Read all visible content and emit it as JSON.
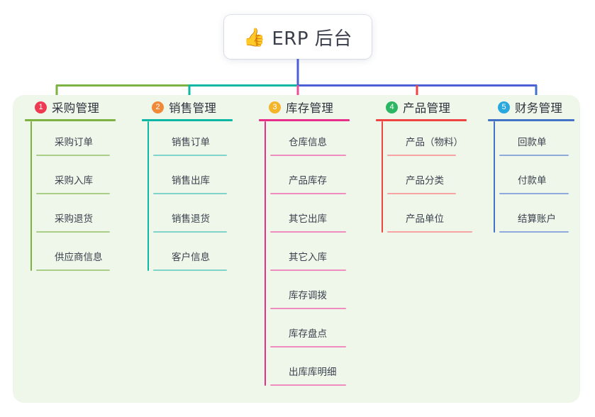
{
  "root": {
    "icon": "thumbs-up-icon",
    "emoji": "👍",
    "title": "ERP 后台"
  },
  "colors": {
    "panel_bg": "#eef7e9",
    "root_vertical_line": "#4c5fd7",
    "bus_left": "#7cb342",
    "bus_mid": "#0cb8a4",
    "bus_right": "#4c5fd7"
  },
  "columns": [
    {
      "number": "1",
      "badge_color": "#ef3b52",
      "title": "采购管理",
      "rule_color": "#7cb342",
      "item_color": "#a9ce86",
      "drop_color": "#7cb342",
      "items": [
        {
          "label": "采购订单"
        },
        {
          "label": "采购入库"
        },
        {
          "label": "采购退货"
        },
        {
          "label": "供应商信息"
        }
      ]
    },
    {
      "number": "2",
      "badge_color": "#f08a38",
      "title": "销售管理",
      "rule_color": "#0cb8a4",
      "item_color": "#7fd3c8",
      "drop_color": "#0cb8a4",
      "items": [
        {
          "label": "销售订单"
        },
        {
          "label": "销售出库"
        },
        {
          "label": "销售退货"
        },
        {
          "label": "客户信息"
        }
      ]
    },
    {
      "number": "3",
      "badge_color": "#f5b52a",
      "title": "库存管理",
      "rule_color": "#e8308a",
      "item_color": "#f08cbe",
      "drop_color": "#ef4e96",
      "items": [
        {
          "label": "仓库信息"
        },
        {
          "label": "产品库存"
        },
        {
          "label": "其它出库"
        },
        {
          "label": "其它入库"
        },
        {
          "label": "库存调拨"
        },
        {
          "label": "库存盘点"
        },
        {
          "label": "出库库明细"
        }
      ]
    },
    {
      "number": "4",
      "badge_color": "#2cb563",
      "title": "产品管理",
      "rule_color": "#ef4444",
      "item_color": "#f5a3a3",
      "drop_color": "#ef4444",
      "items": [
        {
          "label": "产品（物料）"
        },
        {
          "label": "产品分类"
        },
        {
          "label": "产品单位"
        }
      ]
    },
    {
      "number": "5",
      "badge_color": "#29a8e0",
      "title": "财务管理",
      "rule_color": "#4472c4",
      "item_color": "#8faadc",
      "drop_color": "#4472c4",
      "items": [
        {
          "label": "回款单"
        },
        {
          "label": "付款单"
        },
        {
          "label": "结算账户"
        }
      ]
    }
  ]
}
